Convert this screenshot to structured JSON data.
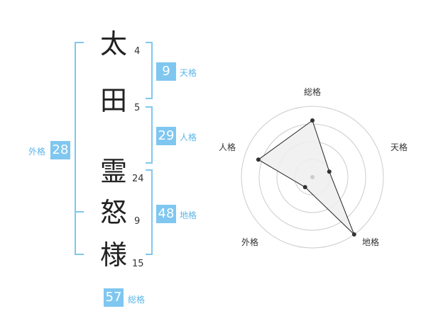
{
  "name": {
    "chars": [
      {
        "char": "太",
        "strokes": "4"
      },
      {
        "char": "田",
        "strokes": "5"
      },
      {
        "char": "霊",
        "strokes": "24"
      },
      {
        "char": "怒",
        "strokes": "9"
      },
      {
        "char": "様",
        "strokes": "15"
      }
    ]
  },
  "fortunes": {
    "tenkaku": {
      "value": "9",
      "label": "天格"
    },
    "jinkaku": {
      "value": "29",
      "label": "人格"
    },
    "chikaku": {
      "value": "48",
      "label": "地格"
    },
    "gaikaku": {
      "value": "28",
      "label": "外格"
    },
    "soukaku": {
      "value": "57",
      "label": "総格"
    }
  },
  "chart_data": {
    "type": "radar",
    "axes": [
      "総格",
      "天格",
      "地格",
      "外格",
      "人格"
    ],
    "values": [
      3.2,
      1.0,
      4.0,
      0.7,
      3.2
    ],
    "max": 4,
    "rings": 4,
    "grid": true,
    "colors": {
      "fill": "#efefef",
      "stroke": "#222222",
      "grid": "#cccccc",
      "point": "#333333"
    }
  },
  "colors": {
    "accent": "#7fc7f0",
    "label": "#5bb6e8"
  }
}
